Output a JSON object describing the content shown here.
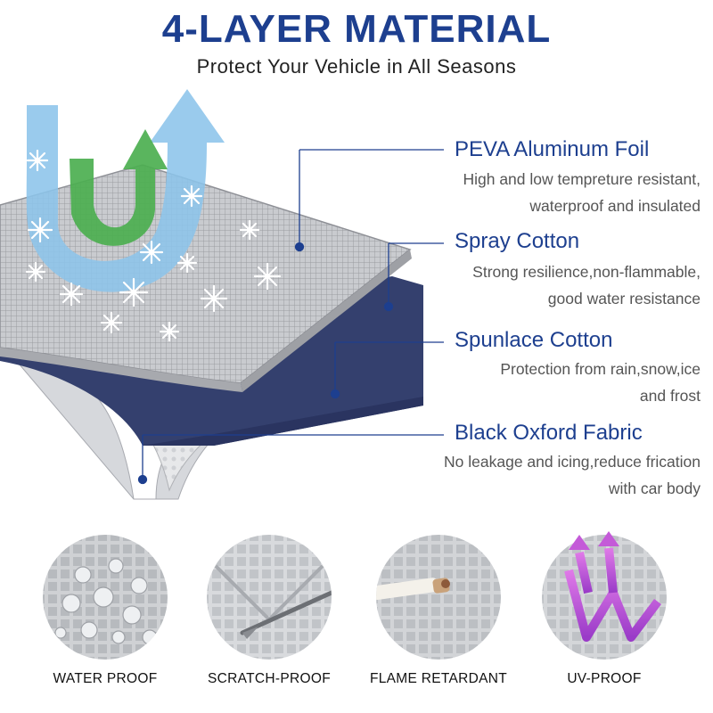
{
  "header": {
    "title": "4-LAYER MATERIAL",
    "subtitle": "Protect Your Vehicle in All Seasons"
  },
  "layers": [
    {
      "name": "PEVA Aluminum Foil",
      "desc_line1": "High and low tempreture resistant,",
      "desc_line2": "waterproof and insulated"
    },
    {
      "name": "Spray Cotton",
      "desc_line1": "Strong resilience,non-flammable,",
      "desc_line2": "good water resistance"
    },
    {
      "name": "Spunlace Cotton",
      "desc_line1": "Protection from rain,snow,ice",
      "desc_line2": "and frost"
    },
    {
      "name": "Black Oxford Fabric",
      "desc_line1": "No leakage and icing,reduce frication",
      "desc_line2": "with car body"
    }
  ],
  "features": [
    {
      "label": "WATER PROOF",
      "icon": "water-drops-icon"
    },
    {
      "label": "SCRATCH-PROOF",
      "icon": "scratch-tool-icon"
    },
    {
      "label": "FLAME RETARDANT",
      "icon": "cigarette-icon"
    },
    {
      "label": "UV-PROOF",
      "icon": "uv-arrows-icon"
    }
  ],
  "colors": {
    "title": "#1d3f8f",
    "navy_layer": "#34406e",
    "silver_layer": "#b9bcc2",
    "arrow_blue": "#8cc4ea",
    "arrow_green": "#4caf50",
    "uv_purple": "#c45ad8"
  }
}
